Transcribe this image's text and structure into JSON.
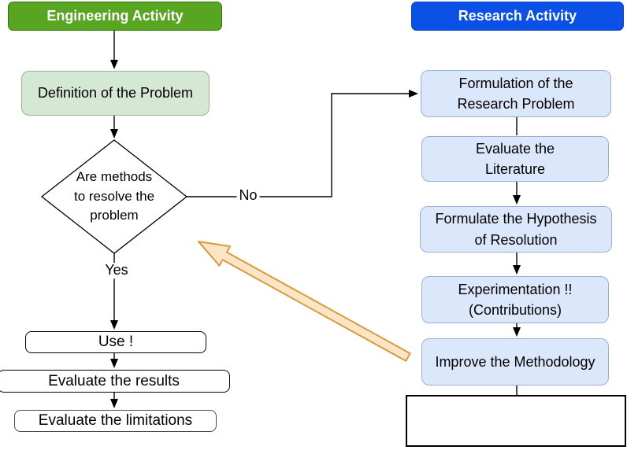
{
  "left": {
    "header": "Engineering Activity",
    "definition": "Definition of the Problem",
    "decision_lines": [
      "Are methods",
      "to resolve the",
      "problem"
    ],
    "yes_label": "Yes",
    "no_label": "No",
    "use_box": "Use !",
    "evaluate_results": "Evaluate the results",
    "evaluate_limitations": "Evaluate the limitations"
  },
  "right": {
    "header": "Research Activity",
    "step1_lines": [
      "Formulation of the",
      "Research Problem"
    ],
    "step2_lines": [
      "Evaluate the",
      "Literature"
    ],
    "step3_lines": [
      "Formulate the Hypothesis",
      "of Resolution"
    ],
    "step4_lines": [
      "Experimentation !!",
      "(Contributions)"
    ],
    "step5": "Improve the Methodology",
    "empty_box": ""
  },
  "colors": {
    "engineering_header_fill": "#58a522",
    "engineering_header_border": "#2d7600",
    "research_header_fill": "#0b51e8",
    "light_green_fill": "#d5e8d4",
    "light_green_border": "#93b68c",
    "light_blue_fill": "#dbe8fb",
    "light_blue_border": "#9cb0d3",
    "diamond_fill": "#ffffff",
    "connector_color": "#000000",
    "feedback_arrow_fill": "#fce4c6",
    "feedback_arrow_border": "#d89c3e"
  }
}
